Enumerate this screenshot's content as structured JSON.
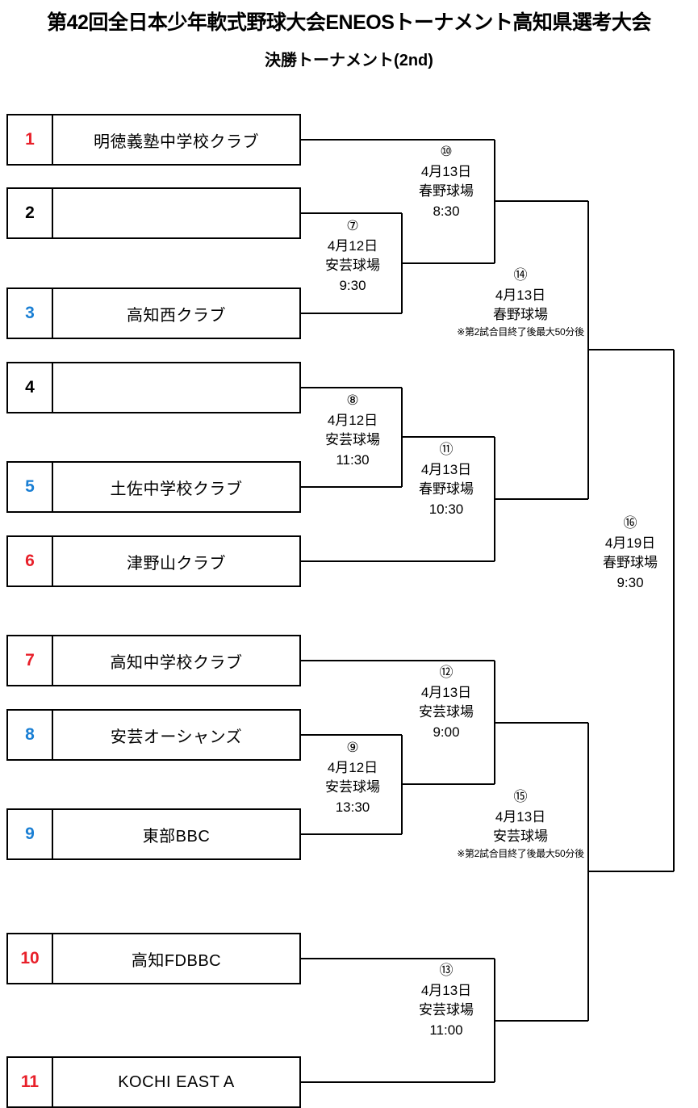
{
  "header": {
    "title": "第42回全日本少年軟式野球大会ENEOSトーナメント高知県選考大会",
    "subtitle": "決勝トーナメント(2nd)"
  },
  "colors": {
    "red": "#e8202a",
    "blue": "#1a7fd4",
    "black": "#000000",
    "line": "#000000",
    "background": "#ffffff"
  },
  "chart_data": {
    "type": "bracket",
    "title": "第42回全日本少年軟式野球大会ENEOSトーナメント高知県選考大会",
    "subtitle": "決勝トーナメント(2nd)",
    "seeds": [
      {
        "seed": "1",
        "seed_color": "#e8202a",
        "team": "明徳義塾中学校クラブ"
      },
      {
        "seed": "2",
        "seed_color": "#000000",
        "team": ""
      },
      {
        "seed": "3",
        "seed_color": "#1a7fd4",
        "team": "高知西クラブ"
      },
      {
        "seed": "4",
        "seed_color": "#000000",
        "team": ""
      },
      {
        "seed": "5",
        "seed_color": "#1a7fd4",
        "team": "土佐中学校クラブ"
      },
      {
        "seed": "6",
        "seed_color": "#e8202a",
        "team": "津野山クラブ"
      },
      {
        "seed": "7",
        "seed_color": "#e8202a",
        "team": "高知中学校クラブ"
      },
      {
        "seed": "8",
        "seed_color": "#1a7fd4",
        "team": "安芸オーシャンズ"
      },
      {
        "seed": "9",
        "seed_color": "#1a7fd4",
        "team": "東部BBC"
      },
      {
        "seed": "10",
        "seed_color": "#e8202a",
        "team": "高知FDBBC"
      },
      {
        "seed": "11",
        "seed_color": "#e8202a",
        "team": "KOCHI EAST A"
      }
    ],
    "matches": [
      {
        "id": "m7",
        "number": "⑦",
        "date": "4月12日",
        "venue": "安芸球場",
        "time": "9:30",
        "note": ""
      },
      {
        "id": "m8",
        "number": "⑧",
        "date": "4月12日",
        "venue": "安芸球場",
        "time": "11:30",
        "note": ""
      },
      {
        "id": "m9",
        "number": "⑨",
        "date": "4月12日",
        "venue": "安芸球場",
        "time": "13:30",
        "note": ""
      },
      {
        "id": "m10",
        "number": "⑩",
        "date": "4月13日",
        "venue": "春野球場",
        "time": "8:30",
        "note": ""
      },
      {
        "id": "m11",
        "number": "⑪",
        "date": "4月13日",
        "venue": "春野球場",
        "time": "10:30",
        "note": ""
      },
      {
        "id": "m12",
        "number": "⑫",
        "date": "4月13日",
        "venue": "安芸球場",
        "time": "9:00",
        "note": ""
      },
      {
        "id": "m13",
        "number": "⑬",
        "date": "4月13日",
        "venue": "安芸球場",
        "time": "11:00",
        "note": ""
      },
      {
        "id": "m14",
        "number": "⑭",
        "date": "4月13日",
        "venue": "春野球場",
        "time": "",
        "note": "※第2試合目終了後最大50分後"
      },
      {
        "id": "m15",
        "number": "⑮",
        "date": "4月13日",
        "venue": "安芸球場",
        "time": "",
        "note": "※第2試合目終了後最大50分後"
      },
      {
        "id": "m16",
        "number": "⑯",
        "date": "4月19日",
        "venue": "春野球場",
        "time": "9:30",
        "note": ""
      }
    ]
  }
}
